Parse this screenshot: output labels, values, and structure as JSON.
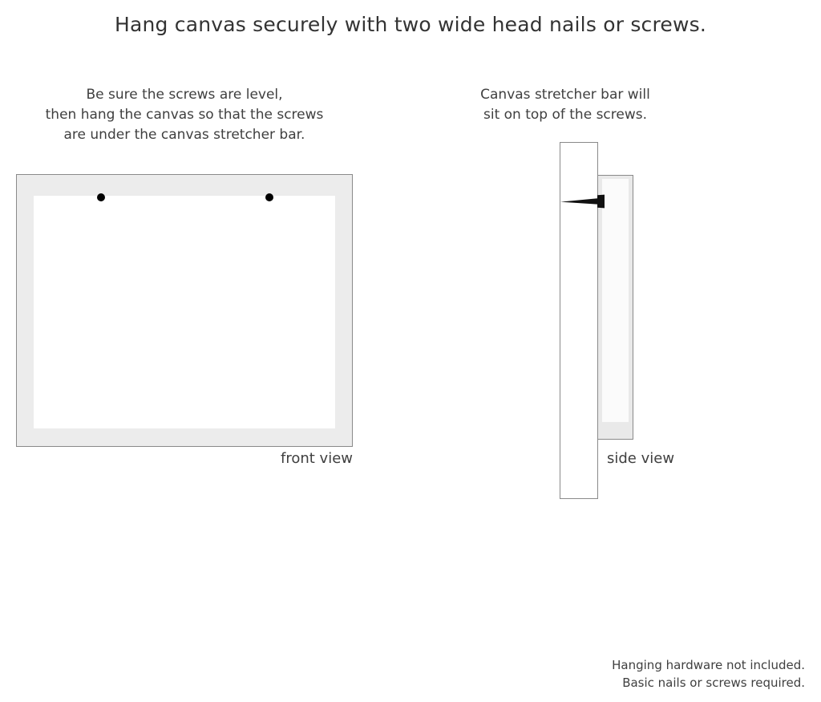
{
  "title": "Hang canvas securely with two wide head nails or screws.",
  "front_panel": {
    "caption_lines": [
      "Be sure the screws are level,",
      "then hang the canvas so that the screws",
      "are under the canvas stretcher bar."
    ],
    "view_label": "front view",
    "screw_count": 2,
    "colors": {
      "frame_fill": "#ececec",
      "frame_border": "#8a8a8a",
      "canvas_fill": "#ffffff",
      "screw_dot": "#000000"
    }
  },
  "side_panel": {
    "caption_lines": [
      "Canvas stretcher bar will",
      "sit on top of the screws."
    ],
    "view_label": "side view",
    "colors": {
      "wall_fill": "#ffffff",
      "wall_border": "#8a8a8a",
      "stretcher_fill": "#e9e9e9",
      "stretcher_inner": "#fbfbfb",
      "screw": "#111111"
    }
  },
  "footer_lines": [
    "Hanging hardware not included.",
    "Basic nails or screws required."
  ]
}
